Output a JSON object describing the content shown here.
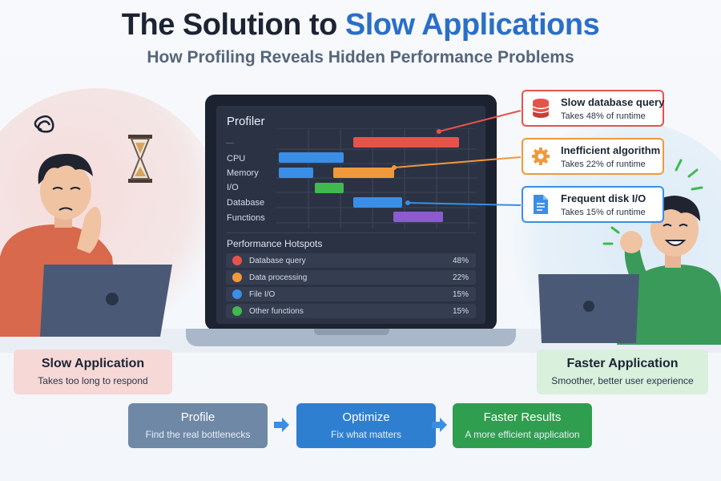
{
  "title": {
    "prefix": "The Solution to ",
    "highlight": "Slow Applications"
  },
  "subtitle": "How Profiling Reveals Hidden Performance Problems",
  "profiler": {
    "title": "Profiler",
    "rows": [
      "CPU",
      "Memory",
      "I/O",
      "Database",
      "Functions"
    ],
    "hotspots_title": "Performance Hotspots",
    "hotspots": [
      {
        "label": "Database query",
        "value": "48%",
        "color": "#e5534b"
      },
      {
        "label": "Data processing",
        "value": "22%",
        "color": "#f0993a"
      },
      {
        "label": "File I/O",
        "value": "15%",
        "color": "#3a8ee6"
      },
      {
        "label": "Other functions",
        "value": "15%",
        "color": "#3fb950"
      }
    ]
  },
  "callouts": [
    {
      "title": "Slow database query",
      "sub": "Takes 48% of runtime",
      "color": "#e5534b",
      "icon": "database-icon"
    },
    {
      "title": "Inefficient algorithm",
      "sub": "Takes 22% of runtime",
      "color": "#f0993a",
      "icon": "gear-icon"
    },
    {
      "title": "Frequent disk I/O",
      "sub": "Takes 15% of runtime",
      "color": "#3a8ee6",
      "icon": "file-icon"
    }
  ],
  "left_panel": {
    "title": "Slow Application",
    "sub": "Takes too long to respond"
  },
  "right_panel": {
    "title": "Faster Application",
    "sub": "Smoother, better user experience"
  },
  "steps": [
    {
      "title": "Profile",
      "sub": "Find the real bottlenecks",
      "color": "#6f88a6"
    },
    {
      "title": "Optimize",
      "sub": "Fix what matters",
      "color": "#2f7fd1"
    },
    {
      "title": "Faster Results",
      "sub": "A more efficient application",
      "color": "#2f9e4f"
    }
  ]
}
